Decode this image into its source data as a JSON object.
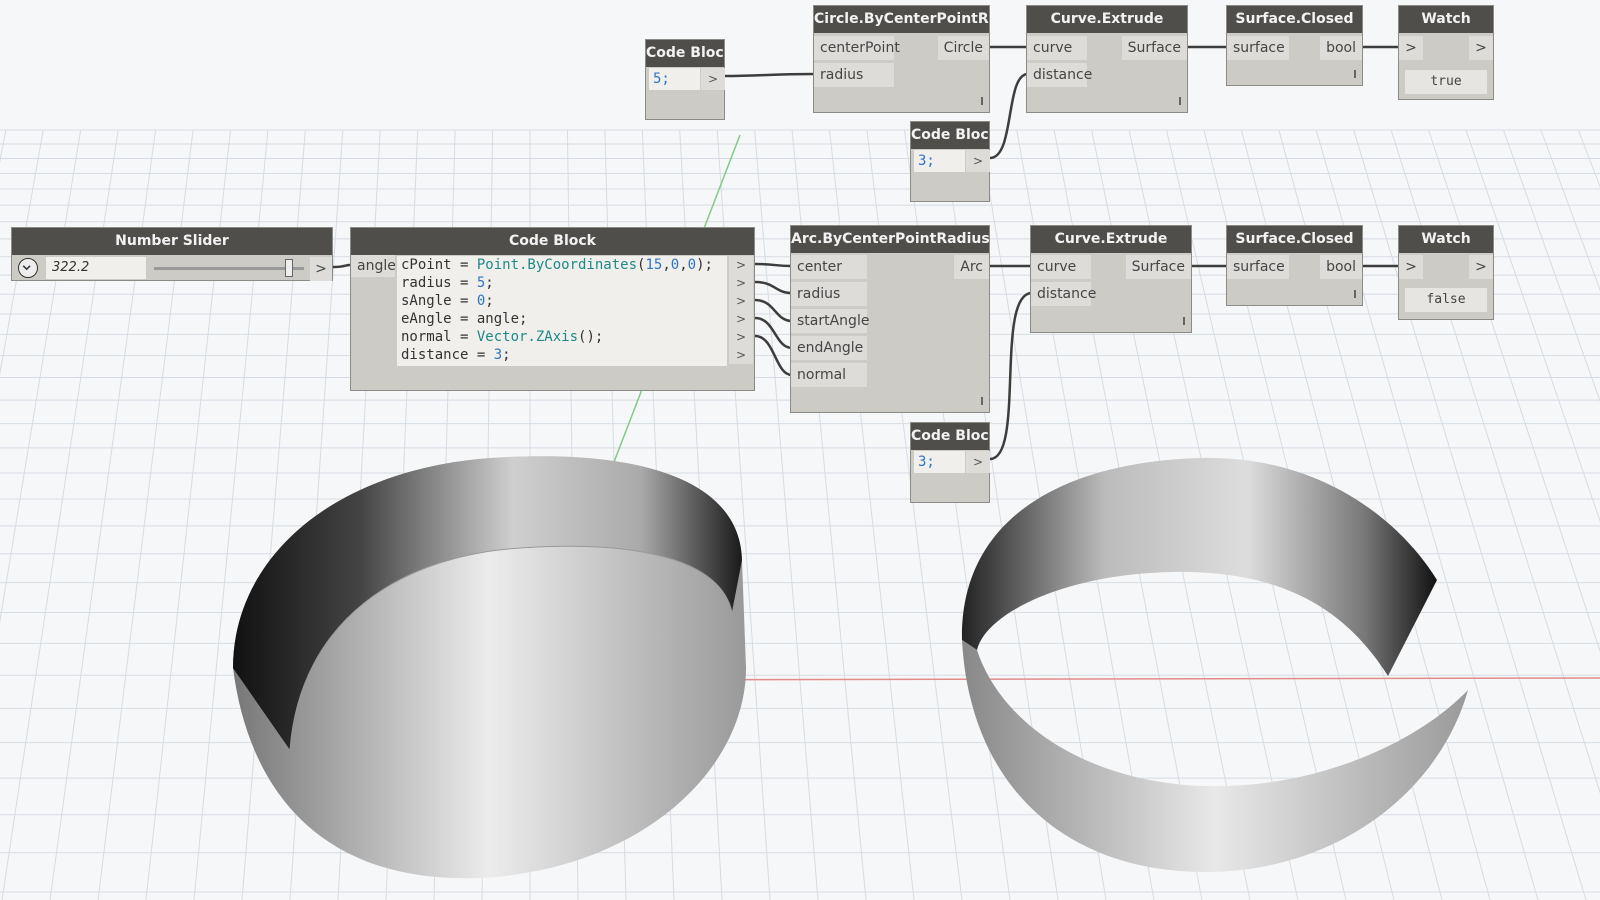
{
  "nodes": {
    "code_block_a": {
      "title": "Code Block",
      "code": "5;",
      "out": ">"
    },
    "circle": {
      "title": "Circle.ByCenterPointRadius",
      "in1": "centerPoint",
      "in2": "radius",
      "out": "Circle"
    },
    "extrude_top": {
      "title": "Curve.Extrude",
      "in1": "curve",
      "in2": "distance",
      "out": "Surface"
    },
    "closed_top": {
      "title": "Surface.Closed",
      "in1": "surface",
      "out": "bool"
    },
    "watch_top": {
      "title": "Watch",
      "in": ">",
      "out": ">",
      "value": "true"
    },
    "code_block_b": {
      "title": "Code Block",
      "code": "3;",
      "out": ">"
    },
    "slider": {
      "title": "Number Slider",
      "value": "322.2",
      "out": ">",
      "level": 0.9
    },
    "code_block_main": {
      "title": "Code Block",
      "input": "angle",
      "lines": [
        [
          {
            "t": "cPoint = "
          },
          {
            "t": "Point.ByCoordinates",
            "c": "fn"
          },
          {
            "t": "("
          },
          {
            "t": "15",
            "c": "num"
          },
          {
            "t": ","
          },
          {
            "t": "0",
            "c": "num"
          },
          {
            "t": ","
          },
          {
            "t": "0",
            "c": "num"
          },
          {
            "t": ");"
          }
        ],
        [
          {
            "t": "radius = "
          },
          {
            "t": "5",
            "c": "num"
          },
          {
            "t": ";"
          }
        ],
        [
          {
            "t": "sAngle = "
          },
          {
            "t": "0",
            "c": "num"
          },
          {
            "t": ";"
          }
        ],
        [
          {
            "t": "eAngle = angle;"
          }
        ],
        [
          {
            "t": "normal = "
          },
          {
            "t": "Vector.ZAxis",
            "c": "fn"
          },
          {
            "t": "();"
          }
        ],
        [
          {
            "t": "distance = "
          },
          {
            "t": "3",
            "c": "num"
          },
          {
            "t": ";"
          }
        ]
      ],
      "out": ">"
    },
    "arc": {
      "title": "Arc.ByCenterPointRadiusAngle",
      "inputs": [
        "center",
        "radius",
        "startAngle",
        "endAngle",
        "normal"
      ],
      "out": "Arc"
    },
    "extrude_mid": {
      "title": "Curve.Extrude",
      "in1": "curve",
      "in2": "distance",
      "out": "Surface"
    },
    "closed_mid": {
      "title": "Surface.Closed",
      "in1": "surface",
      "out": "bool"
    },
    "watch_mid": {
      "title": "Watch",
      "in": ">",
      "out": ">",
      "value": "false"
    },
    "code_block_c": {
      "title": "Code Block",
      "code": "3;",
      "out": ">"
    }
  },
  "colors": {
    "node_header": "#504e4b",
    "node_body": "#cdcbc6",
    "wire": "#3d3d3d",
    "grid": "#d3dbe3",
    "x_axis": "#e07a7a",
    "y_axis": "#6fc27a",
    "z_axis": "#7070e0"
  }
}
